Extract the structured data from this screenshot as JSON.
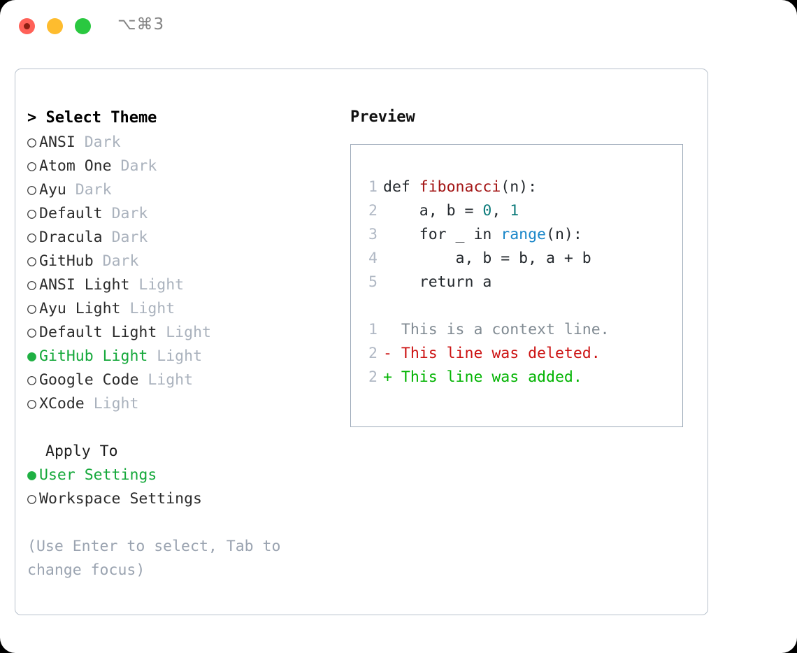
{
  "titlebar": {
    "shortcut": "⌥⌘3",
    "buttons": [
      "close",
      "minimize",
      "zoom"
    ]
  },
  "theme_picker": {
    "heading": "> Select Theme",
    "bullet_unselected": "○",
    "bullet_selected": "●",
    "items": [
      {
        "name": "ANSI",
        "kind": "Dark",
        "selected": false
      },
      {
        "name": "Atom One",
        "kind": "Dark",
        "selected": false
      },
      {
        "name": "Ayu",
        "kind": "Dark",
        "selected": false
      },
      {
        "name": "Default",
        "kind": "Dark",
        "selected": false
      },
      {
        "name": "Dracula",
        "kind": "Dark",
        "selected": false
      },
      {
        "name": "GitHub",
        "kind": "Dark",
        "selected": false
      },
      {
        "name": "ANSI Light",
        "kind": "Light",
        "selected": false
      },
      {
        "name": "Ayu Light",
        "kind": "Light",
        "selected": false
      },
      {
        "name": "Default Light",
        "kind": "Light",
        "selected": false
      },
      {
        "name": "GitHub Light",
        "kind": "Light",
        "selected": true
      },
      {
        "name": "Google Code",
        "kind": "Light",
        "selected": false
      },
      {
        "name": "XCode",
        "kind": "Light",
        "selected": false
      }
    ]
  },
  "apply_to": {
    "heading": "Apply To",
    "options": [
      {
        "label": "User Settings",
        "selected": true
      },
      {
        "label": "Workspace Settings",
        "selected": false
      }
    ]
  },
  "hint": "(Use Enter to select, Tab to\nchange focus)",
  "preview": {
    "heading": "Preview",
    "code_lines": [
      {
        "no": "1",
        "segments": [
          {
            "t": "def ",
            "c": "plain"
          },
          {
            "t": "fibonacci",
            "c": "func"
          },
          {
            "t": "(n):",
            "c": "plain"
          }
        ]
      },
      {
        "no": "2",
        "segments": [
          {
            "t": "    a, b = ",
            "c": "plain"
          },
          {
            "t": "0",
            "c": "num"
          },
          {
            "t": ", ",
            "c": "plain"
          },
          {
            "t": "1",
            "c": "num"
          }
        ]
      },
      {
        "no": "3",
        "segments": [
          {
            "t": "    for _ in ",
            "c": "plain"
          },
          {
            "t": "range",
            "c": "call"
          },
          {
            "t": "(n):",
            "c": "plain"
          }
        ]
      },
      {
        "no": "4",
        "segments": [
          {
            "t": "        a, b = b, a + b",
            "c": "plain"
          }
        ]
      },
      {
        "no": "5",
        "segments": [
          {
            "t": "    return a",
            "c": "plain"
          }
        ]
      }
    ],
    "diff_lines": [
      {
        "no": "1",
        "marker": "  ",
        "text": "This is a context line.",
        "kind": "context"
      },
      {
        "no": "2",
        "marker": "- ",
        "text": "This line was deleted.",
        "kind": "deleted"
      },
      {
        "no": "2",
        "marker": "+ ",
        "text": "This line was added.",
        "kind": "added"
      }
    ]
  },
  "colors": {
    "accent_green": "#14a83a",
    "muted_gray": "#aab2bd",
    "hint_gray": "#9aa3b0",
    "diff_added": "#00b300",
    "diff_deleted": "#cc1111",
    "syntax_function": "#a31515",
    "syntax_number": "#0d7b7b",
    "syntax_call": "#1b87c9",
    "panel_border": "#b8c1cc",
    "preview_border": "#9daab9"
  }
}
